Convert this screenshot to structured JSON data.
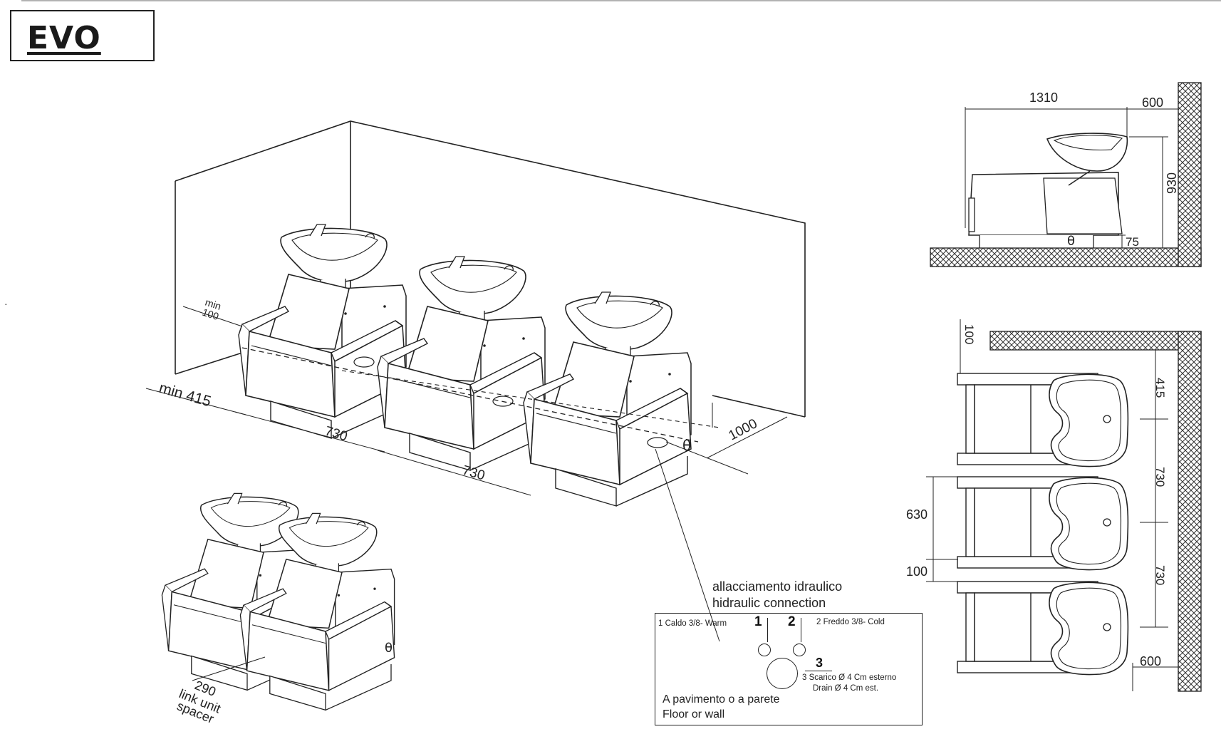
{
  "title": "EVO",
  "iso_view": {
    "min_100": "min",
    "min_100_value": "100",
    "min_415": "min 415",
    "dim_730_a": "730",
    "dim_730_b": "730",
    "dim_1000": "1000"
  },
  "link_view": {
    "dim_290": "290",
    "link_line1": "link unit",
    "link_line2": "spacer"
  },
  "side_view": {
    "dim_1310": "1310",
    "dim_600": "600",
    "dim_930": "930",
    "dim_75": "75"
  },
  "plan_view": {
    "dim_100_top": "100",
    "dim_415": "415",
    "dim_730_a": "730",
    "dim_730_b": "730",
    "dim_630": "630",
    "dim_100_mid": "100",
    "dim_600": "600"
  },
  "connection": {
    "label_it": "allacciamento idraulico",
    "label_en": "hidraulic connection",
    "item1_num": "1",
    "item1_text": "1 Caldo 3/8- Warm",
    "item2_num": "2",
    "item2_text": "2 Freddo 3/8- Cold",
    "item3_num": "3",
    "item3_line1": "3 Scarico Ø 4 Cm esterno",
    "item3_line2": "Drain  Ø 4 Cm est.",
    "mount_it": "A pavimento o a parete",
    "mount_en": "Floor or wall"
  }
}
